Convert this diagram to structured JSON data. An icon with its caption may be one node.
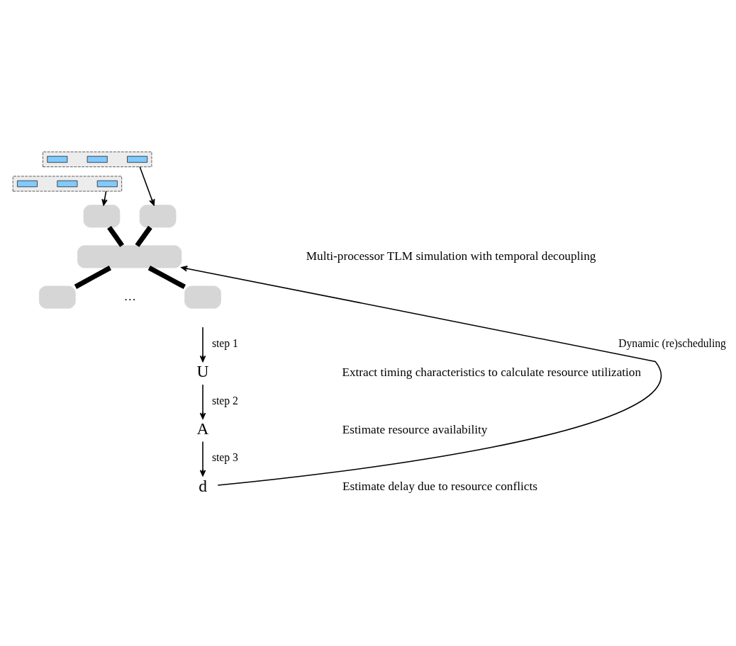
{
  "diagram": {
    "nodes": [
      {
        "text": [],
        "shape": "box"
      },
      {
        "text": [],
        "shape": "box",
        "in": 0
      },
      {
        "text": [],
        "shape": "box",
        "in": 0
      },
      {
        "text": [],
        "shape": "box",
        "in": 0
      },
      {
        "text": [],
        "shape": "box"
      },
      {
        "text": [],
        "shape": "box",
        "in": 4
      },
      {
        "text": [],
        "shape": "box",
        "in": 4
      },
      {
        "text": [],
        "shape": "box",
        "in": 4
      },
      {
        "text": [],
        "shape": "box"
      },
      {
        "text": [],
        "shape": "box"
      },
      {
        "text": [],
        "shape": "box"
      },
      {
        "text": [],
        "shape": "box"
      },
      {
        "text": [],
        "shape": "box"
      },
      {
        "text": [
          "U"
        ]
      },
      {
        "text": [
          "A"
        ]
      },
      {
        "text": [
          "d"
        ]
      }
    ],
    "edges": [
      {
        "from": 0,
        "to": 8,
        "arrow": "to"
      },
      {
        "from": 4,
        "to": 9,
        "arrow": "to"
      },
      {
        "from": 8,
        "to": 10,
        "arrow": "none",
        "style": "thick"
      },
      {
        "from": 9,
        "to": 10,
        "arrow": "none",
        "style": "thick"
      },
      {
        "from": 10,
        "to": 11,
        "arrow": "none",
        "style": "thick"
      },
      {
        "from": 10,
        "to": 12,
        "arrow": "none",
        "style": "thick"
      },
      {
        "from": null,
        "to": 13,
        "arrow": "to",
        "label": "step 1"
      },
      {
        "from": 13,
        "to": 14,
        "arrow": "to",
        "label": "step 2"
      },
      {
        "from": 14,
        "to": 15,
        "arrow": "to",
        "label": "step 3"
      },
      {
        "from": 15,
        "to": 10,
        "arrow": "to",
        "label": "Dynamic (re)scheduling"
      }
    ],
    "labels": [
      "Multi-processor TLM simulation with temporal decoupling",
      "…",
      "Extract timing characteristics to calculate resource utilization",
      "Estimate resource availability",
      "Estimate delay due to resource conflicts"
    ]
  }
}
